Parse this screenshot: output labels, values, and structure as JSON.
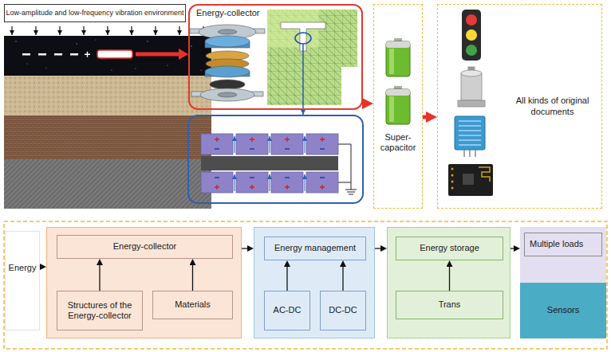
{
  "diagram": {
    "nodes": [
      {
        "text": [
          "Low-amplitude and low-frequency vibration environment"
        ]
      },
      {
        "text": [
          "Energy-collector"
        ]
      },
      {
        "text": [
          "Super-capacitor"
        ]
      },
      {
        "text": [
          "All kinds of original documents"
        ]
      },
      {
        "text": [
          "Energy"
        ]
      },
      {
        "text": []
      },
      {
        "text": [
          "Energy-collector"
        ],
        "in": 5
      },
      {
        "text": [
          "Structures of the Energy-collector"
        ],
        "in": 5
      },
      {
        "text": [
          "Materials"
        ],
        "in": 5
      },
      {
        "text": []
      },
      {
        "text": [
          "Energy management"
        ],
        "in": 9
      },
      {
        "text": [
          "AC-DC"
        ],
        "in": 9
      },
      {
        "text": [
          "DC-DC"
        ],
        "in": 9
      },
      {
        "text": []
      },
      {
        "text": [
          "Energy storage"
        ],
        "in": 13
      },
      {
        "text": [
          "Trans"
        ],
        "in": 13
      },
      {
        "text": []
      },
      {
        "text": [
          "Multiple loads"
        ],
        "in": 16
      },
      {
        "text": [
          "Sensors"
        ],
        "in": 16
      }
    ],
    "edges": [
      {
        "from": 1,
        "to": 2,
        "arrow": "to"
      },
      {
        "from": 2,
        "to": 3,
        "arrow": "to"
      },
      {
        "from": 4,
        "to": 5,
        "arrow": "to"
      },
      {
        "from": 5,
        "to": 9,
        "arrow": "to"
      },
      {
        "from": 9,
        "to": 13,
        "arrow": "to"
      },
      {
        "from": 13,
        "to": 16,
        "arrow": "to"
      },
      {
        "from": 7,
        "to": 6,
        "arrow": "to"
      },
      {
        "from": 8,
        "to": 6,
        "arrow": "to"
      },
      {
        "from": 11,
        "to": 10,
        "arrow": "to"
      },
      {
        "from": 12,
        "to": 10,
        "arrow": "to"
      },
      {
        "from": 15,
        "to": 14,
        "arrow": "to"
      }
    ]
  }
}
